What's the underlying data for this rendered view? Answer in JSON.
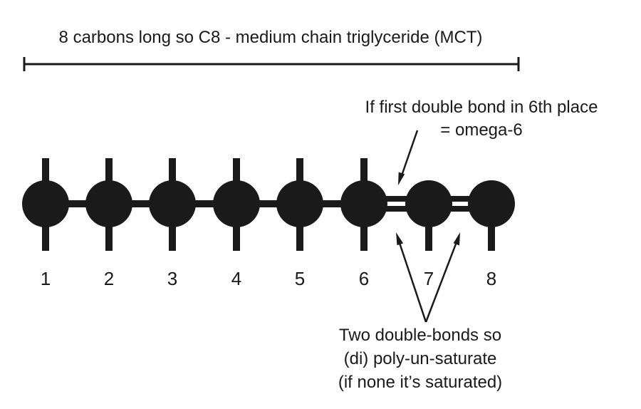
{
  "diagram": {
    "title": "8 carbons long so C8 - medium chain triglyceride (MCT)",
    "omega_note": {
      "line1": "If first double bond in 6th place",
      "line2": "= omega-6"
    },
    "carbons": [
      {
        "label": "1"
      },
      {
        "label": "2"
      },
      {
        "label": "3"
      },
      {
        "label": "4"
      },
      {
        "label": "5"
      },
      {
        "label": "6"
      },
      {
        "label": "7"
      },
      {
        "label": "8"
      }
    ],
    "double_bonds": [
      [
        6,
        7
      ],
      [
        7,
        8
      ]
    ],
    "saturation_note": {
      "line1": "Two double-bonds so",
      "line2": "(di) poly-un-saturate",
      "line3": "(if none it’s saturated)"
    },
    "colors": {
      "ink": "#1a1a1a",
      "background": "#ffffff"
    }
  }
}
